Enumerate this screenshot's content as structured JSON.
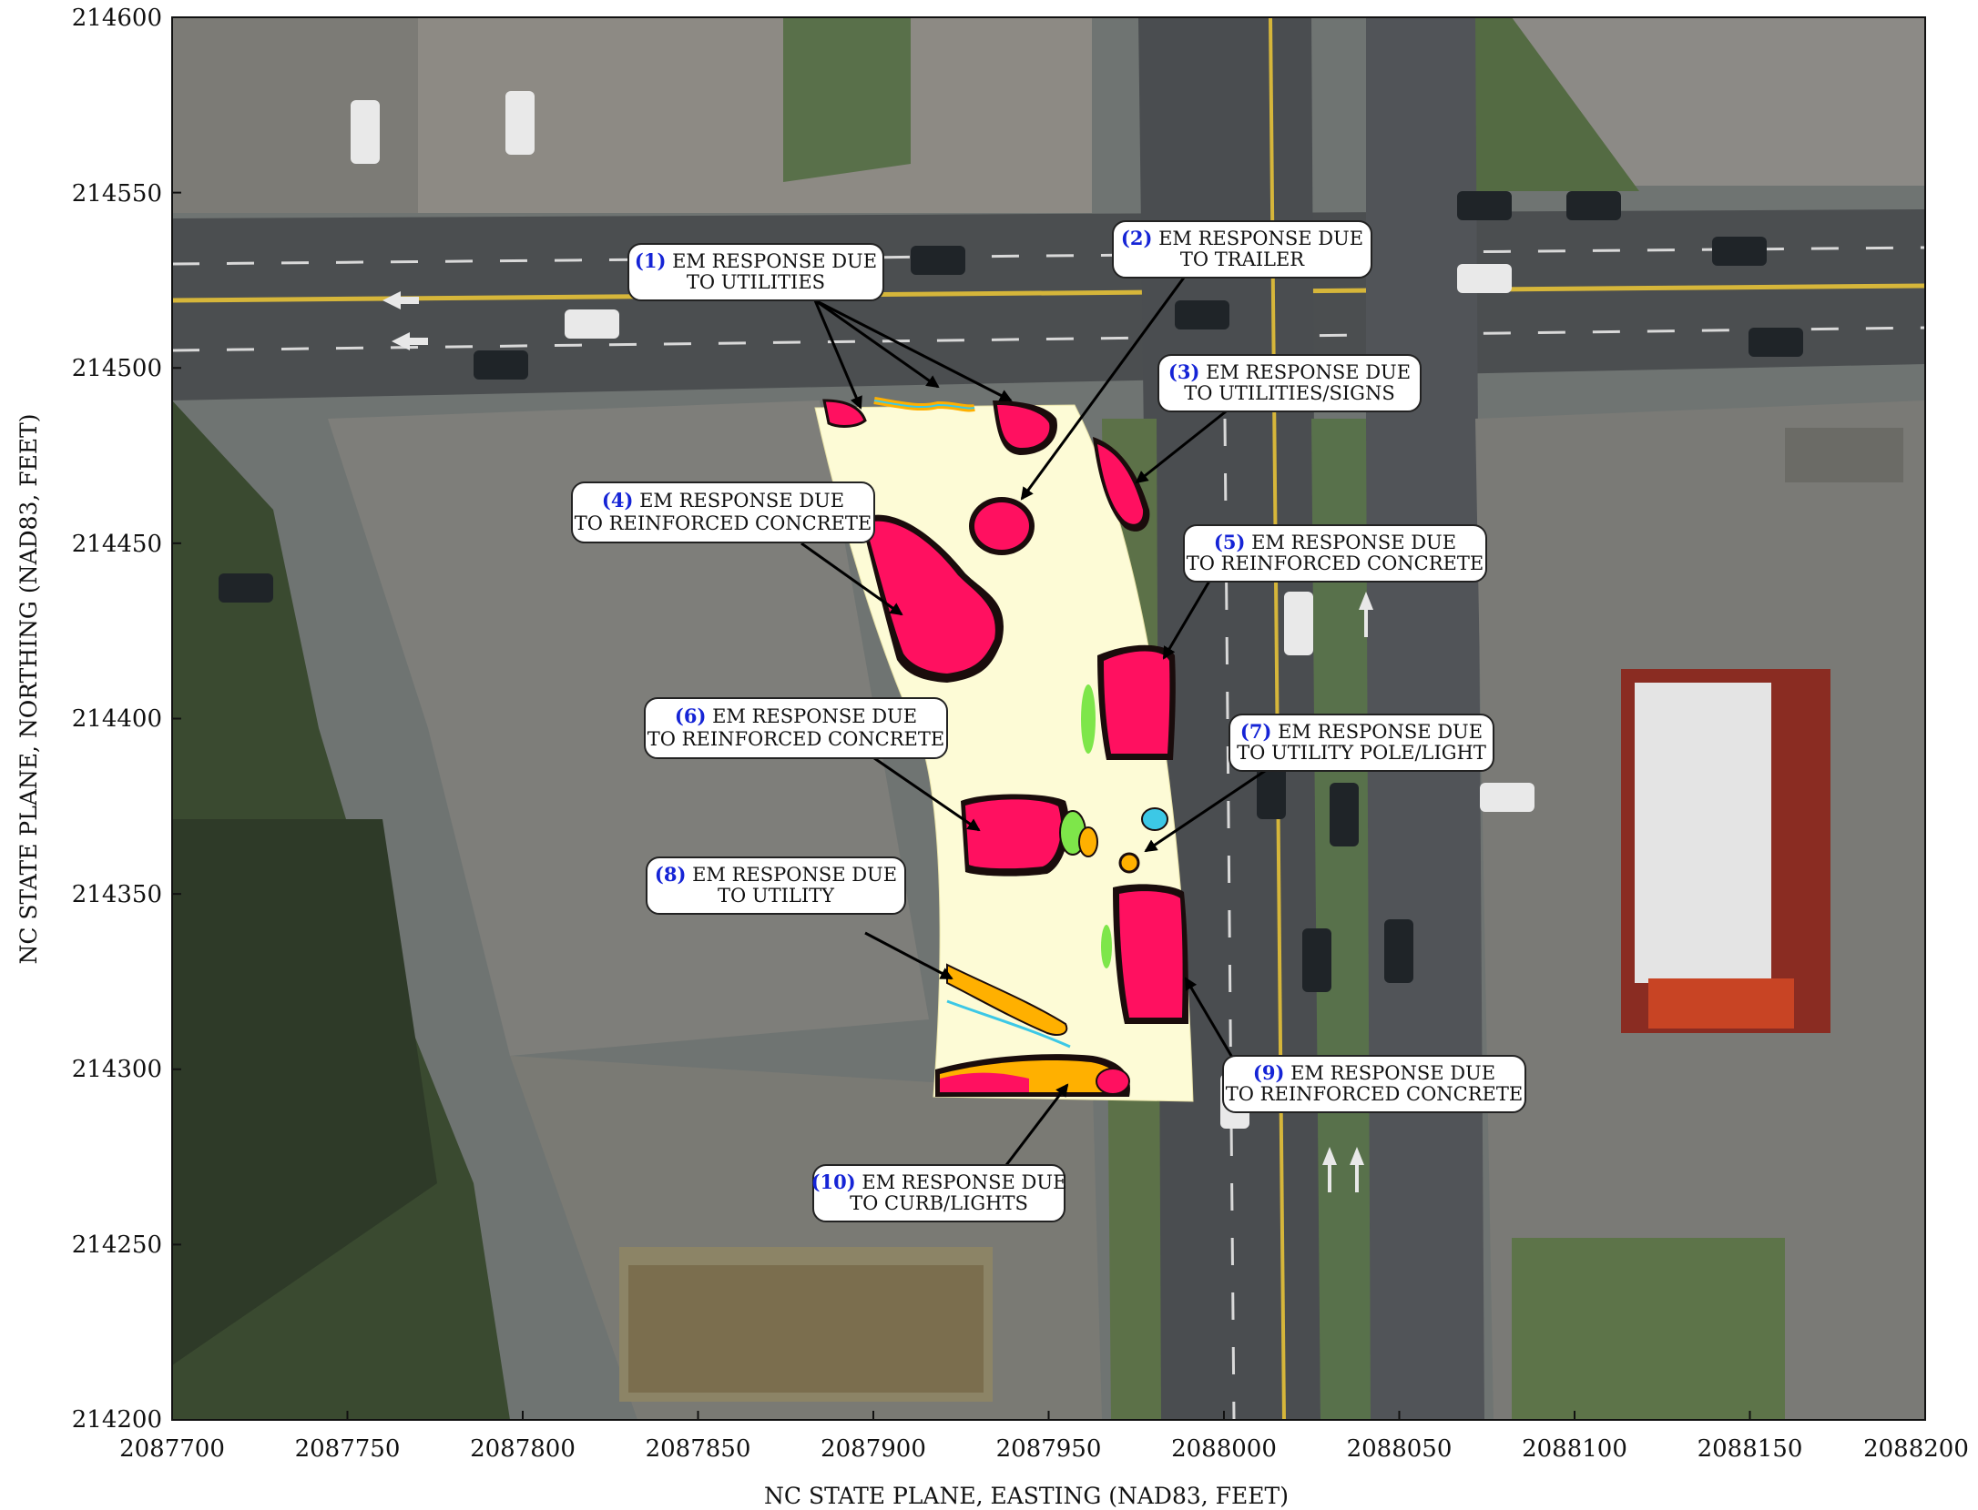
{
  "map": {
    "x_axis": {
      "title": "NC STATE PLANE, EASTING (NAD83, FEET)",
      "range": [
        2087700,
        2088200
      ],
      "ticks": [
        "2087700",
        "2087750",
        "2087800",
        "2087850",
        "2087900",
        "2087950",
        "2088000",
        "2088050",
        "2088100",
        "2088150",
        "2088200"
      ]
    },
    "y_axis": {
      "title": "NC STATE PLANE, NORTHING (NAD83, FEET)",
      "range": [
        214200,
        214600
      ],
      "ticks": [
        "214600",
        "214550",
        "214500",
        "214450",
        "214400",
        "214350",
        "214300",
        "214250",
        "214200"
      ]
    },
    "basemap": "aerial photograph (road intersection, parking lots, buildings)",
    "survey_colors": {
      "background": "#fdfbd6",
      "high": "#ff1060",
      "contour": "#1a0c0c",
      "mid": "#ffb000",
      "low": "#7ee64a",
      "cyan": "#3cc8e6"
    },
    "callouts": [
      {
        "num": "(1)",
        "line1": "EM RESPONSE DUE",
        "line2": "TO UTILITIES"
      },
      {
        "num": "(2)",
        "line1": "EM RESPONSE DUE",
        "line2": "TO TRAILER"
      },
      {
        "num": "(3)",
        "line1": "EM RESPONSE DUE",
        "line2": "TO UTILITIES/SIGNS"
      },
      {
        "num": "(4)",
        "line1": "EM RESPONSE DUE",
        "line2": "TO REINFORCED CONCRETE"
      },
      {
        "num": "(5)",
        "line1": "EM RESPONSE DUE",
        "line2": "TO REINFORCED CONCRETE"
      },
      {
        "num": "(6)",
        "line1": "EM RESPONSE DUE",
        "line2": "TO REINFORCED CONCRETE"
      },
      {
        "num": "(7)",
        "line1": "EM RESPONSE DUE",
        "line2": "TO UTILITY POLE/LIGHT"
      },
      {
        "num": "(8)",
        "line1": "EM RESPONSE DUE",
        "line2": "TO UTILITY"
      },
      {
        "num": "(9)",
        "line1": "EM RESPONSE DUE",
        "line2": "TO REINFORCED CONCRETE"
      },
      {
        "num": "(10)",
        "line1": "EM RESPONSE DUE",
        "line2": "TO CURB/LIGHTS"
      }
    ]
  }
}
